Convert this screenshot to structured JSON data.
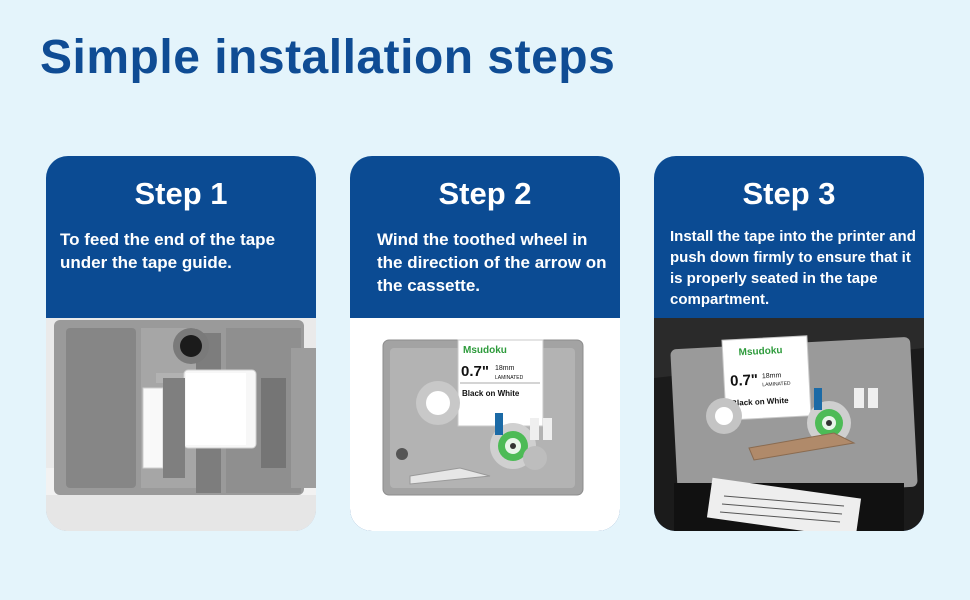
{
  "page": {
    "title": "Simple installation steps"
  },
  "steps": [
    {
      "heading": "Step 1",
      "text": "To feed the end of the tape under the tape guide."
    },
    {
      "heading": "Step 2",
      "text": "Wind the toothed wheel in the direction of the arrow on the cassette."
    },
    {
      "heading": "Step 3",
      "text": "Install the tape into the printer and push down firmly to ensure that it is properly seated in the tape compartment."
    }
  ],
  "label": {
    "brand": "Msudoku",
    "size": "0.7\"",
    "mm": "18mm",
    "lam": "LAMINATED",
    "color": "Black on White"
  },
  "colors": {
    "title": "#0f4c94",
    "card": "#0b4b93",
    "background": "#e4f4fb",
    "brand": "#2e9b3c"
  }
}
